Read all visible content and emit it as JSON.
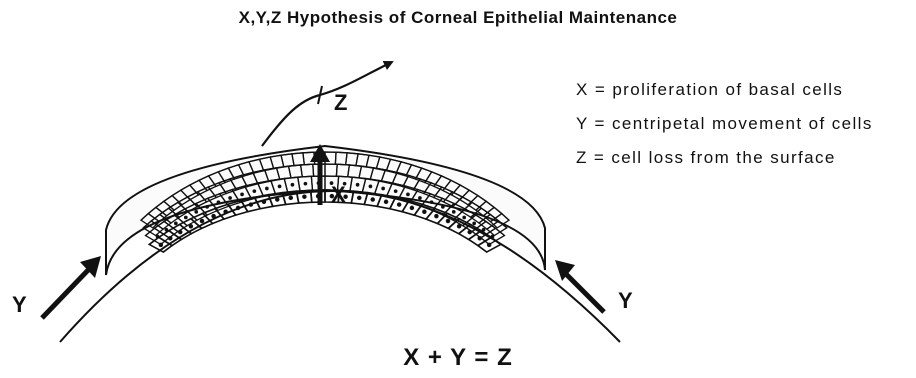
{
  "title": "X,Y,Z Hypothesis of Corneal Epithelial Maintenance",
  "legend": [
    "X = proliferation of basal cells",
    "Y = centripetal movement of cells",
    "Z = cell loss from the surface"
  ],
  "labels": {
    "x": "X",
    "y_left": "Y",
    "y_right": "Y",
    "z": "Z"
  },
  "equation": "X + Y = Z"
}
